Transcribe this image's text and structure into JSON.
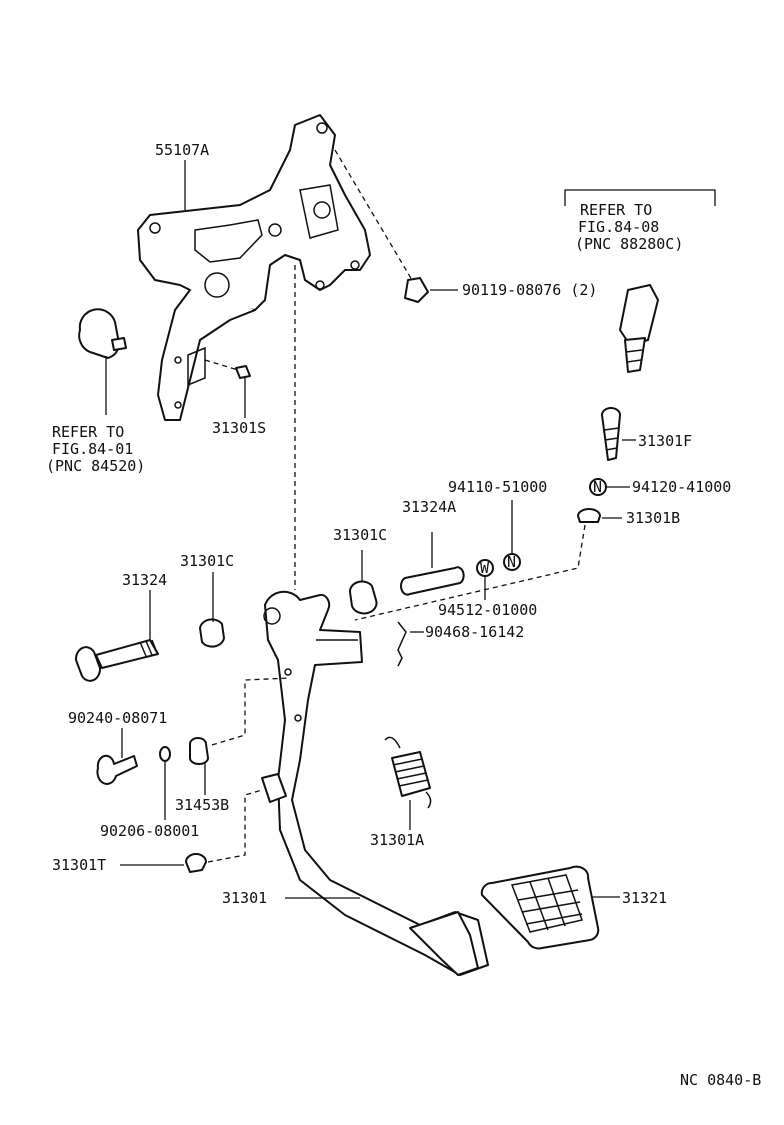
{
  "callouts": {
    "c55107A": "55107A",
    "c90119": "90119-08076 (2)",
    "c31301S": "31301S",
    "c31301F": "31301F",
    "c94110": "94110-51000",
    "c94120": "94120-41000",
    "c31301B": "31301B",
    "c31324A": "31324A",
    "c31301C_a": "31301C",
    "c31301C_b": "31301C",
    "c31324": "31324",
    "c94512": "94512-01000",
    "c90468": "90468-16142",
    "c90240": "90240-08071",
    "c31453B": "31453B",
    "c90206": "90206-08001",
    "c31301T": "31301T",
    "c31301A": "31301A",
    "c31301": "31301",
    "c31321": "31321"
  },
  "refs": {
    "ref1": [
      "REFER TO",
      "FIG.84-08",
      "(PNC 88280C)"
    ],
    "ref2": [
      "REFER TO",
      "FIG.84-01",
      "(PNC 84520)"
    ]
  },
  "symbols": {
    "n1": "N",
    "n2": "N",
    "w": "W"
  },
  "footer": {
    "code": "NC 0840-B"
  }
}
